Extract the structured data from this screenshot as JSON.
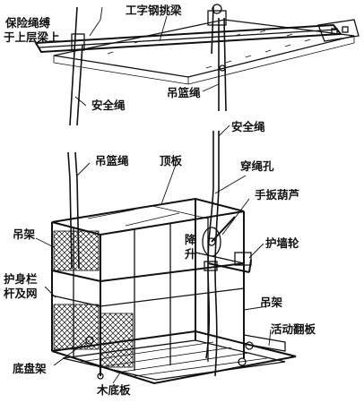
{
  "labels": {
    "safety_rope_tie": "保险绳缚",
    "safety_rope_tie_2": "于上层梁上",
    "i_beam": "工字钢挑梁",
    "basket_rope_top": "吊篮绳",
    "safety_rope_left": "安全绳",
    "safety_rope_right": "安全绳",
    "basket_rope_mid": "吊篮绳",
    "top_plate": "顶板",
    "rope_hole": "穿绳孔",
    "hand_hoist": "手扳葫芦",
    "lift_1": "降",
    "lift_2": "升",
    "hanger_left": "吊架",
    "wall_wheel": "护墙轮",
    "guardrail_1": "护身栏",
    "guardrail_2": "杆及网",
    "hanger_right": "吊架",
    "flip_board": "活动翻板",
    "chassis": "底盘架",
    "wood_floor": "木底板"
  }
}
